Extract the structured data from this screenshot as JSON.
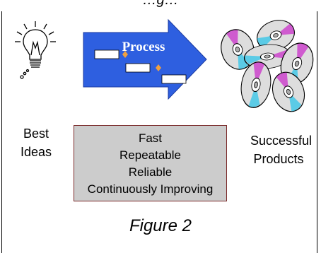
{
  "top_caption": "…g…",
  "diagram": {
    "arrow_label": "Process",
    "left_label": [
      "Best",
      "Ideas"
    ],
    "right_label": [
      "Successful",
      "Products"
    ],
    "qualities": [
      "Fast",
      "Repeatable",
      "Reliable",
      "Continuously Improving"
    ],
    "caption": "Figure 2",
    "colors": {
      "arrow": "#2e5fe0",
      "box_fill": "#cccccc",
      "box_border": "#7a2a2a",
      "diamond": "#f0a040"
    }
  }
}
